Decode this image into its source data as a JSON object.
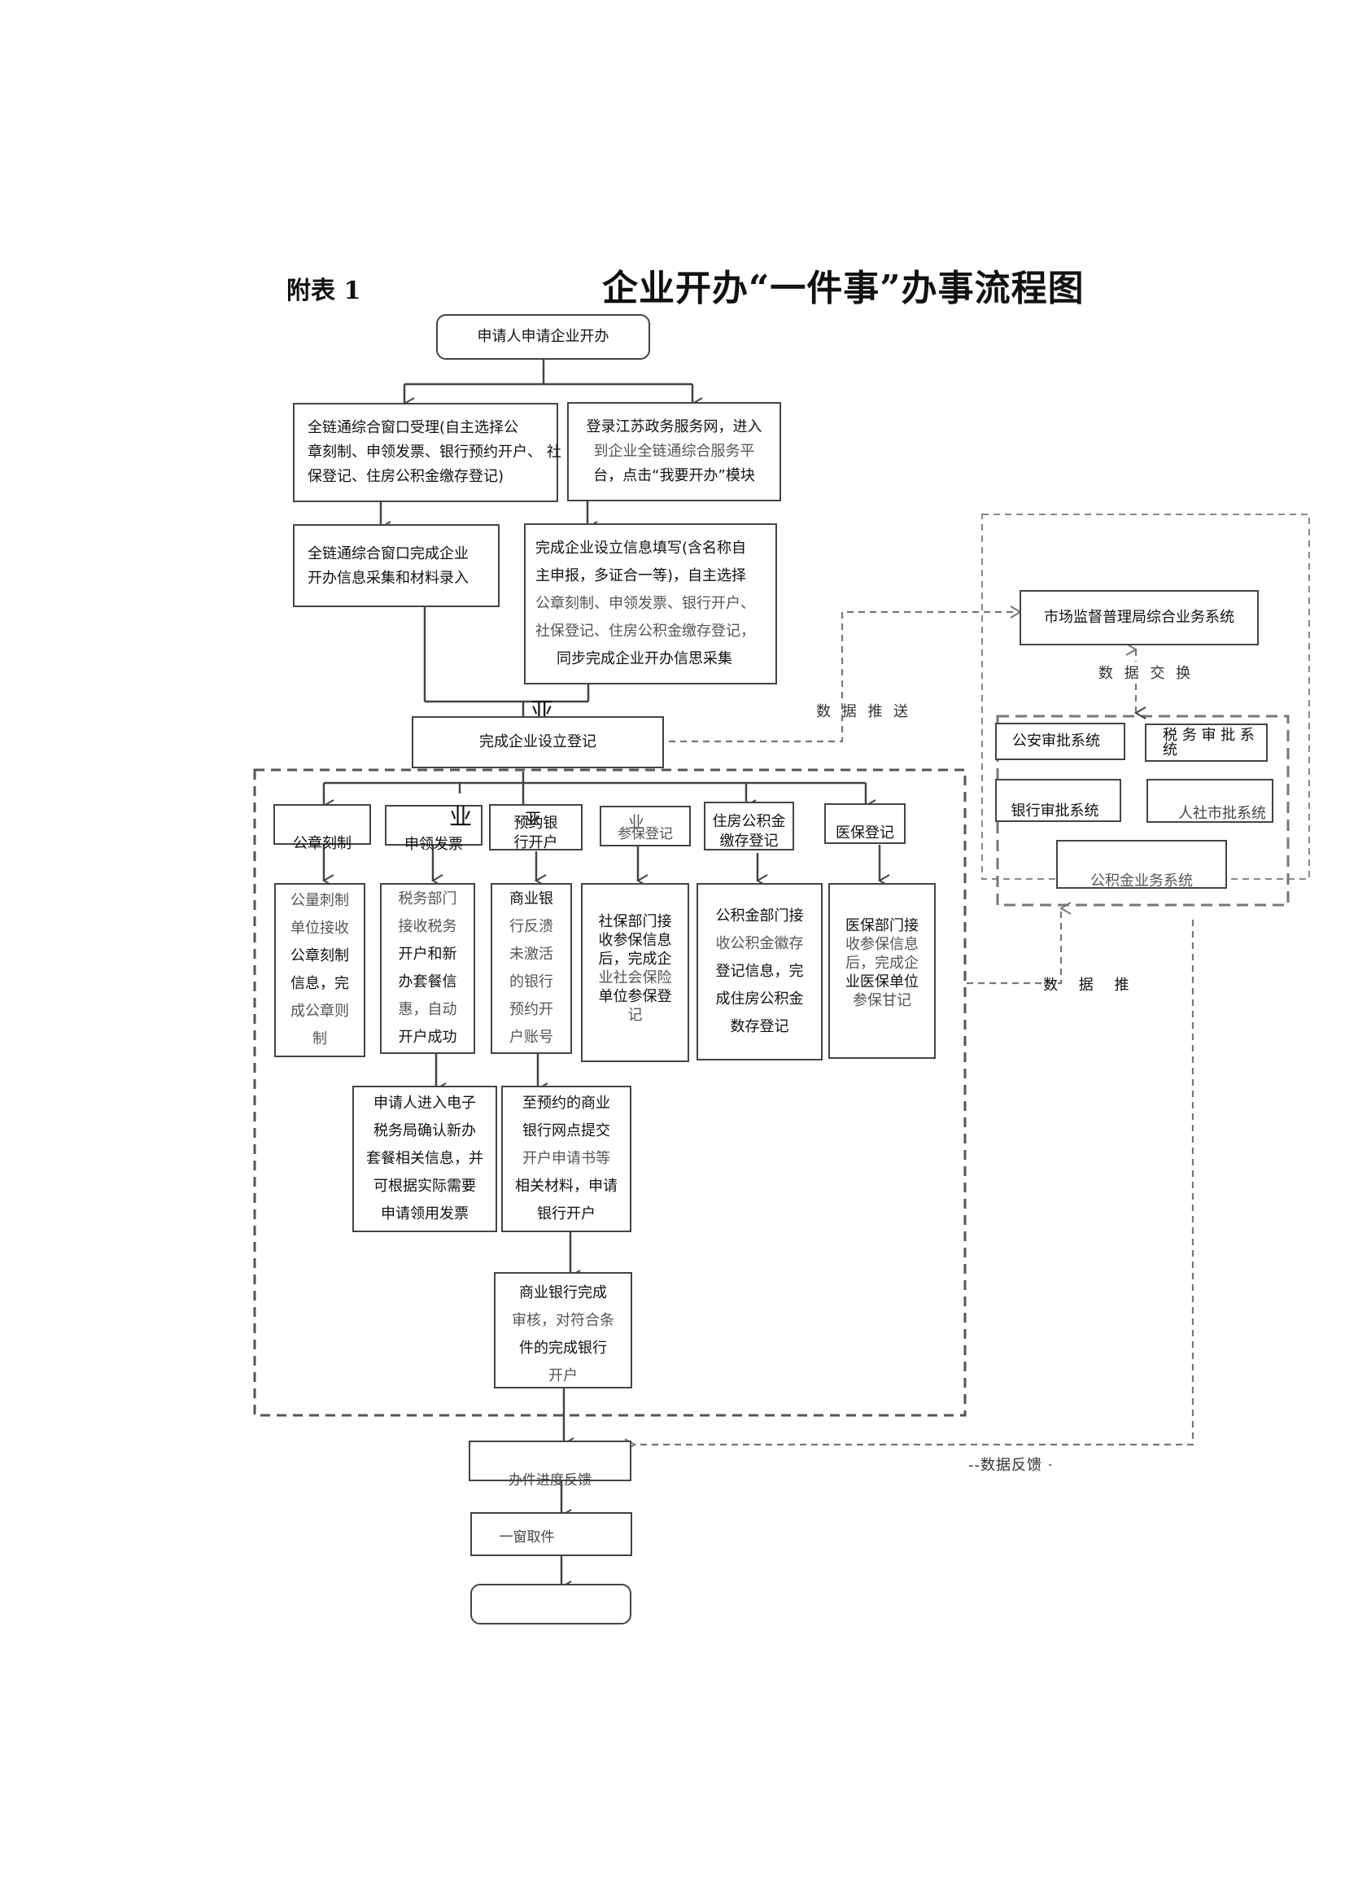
{
  "header": {
    "label": "附表 1",
    "title": "企业开办“一件事”办事流程图"
  },
  "nodes": {
    "start": "申请人申请企业开办",
    "window_accept": [
      "全链通综合窗口受理(自主选择公",
      "章刻制、申领发票、银行预约开户、 社",
      "保登记、住房公积金缴存登记)"
    ],
    "online_login": [
      "登录江苏政务服务网，进入",
      "到企业全链通综合服务平",
      "台，点击“我要开办”模块"
    ],
    "window_collect": [
      "全链通综合窗口完成企业",
      "开办信息采集和材料录入"
    ],
    "online_fill": [
      "完成企业设立信息填写(含名称自",
      "主申报，多证合一等)，自主选择",
      "公章刻制、申领发票、银行开户、",
      "社保登记、住房公积金缴存登记，",
      "同步完成企业开办信思采集"
    ],
    "registration_done": "完成企业设立登记",
    "services": [
      {
        "key": "seal",
        "label": [
          "公章刻制"
        ]
      },
      {
        "key": "invoice",
        "label": [
          "申领发票"
        ]
      },
      {
        "key": "bank",
        "label": [
          "预约银",
          "行开户"
        ]
      },
      {
        "key": "social",
        "label": [
          "参保登记"
        ]
      },
      {
        "key": "fund",
        "label": [
          "住房公积金",
          "缴存登记"
        ]
      },
      {
        "key": "medical",
        "label": [
          "医保登记"
        ]
      }
    ],
    "service_details": [
      {
        "key": "seal",
        "lines": [
          "公量刺制",
          "单位接收",
          "公章刻制",
          "信息，完",
          "成公章则",
          "制"
        ]
      },
      {
        "key": "invoice",
        "lines": [
          "税务部门",
          "接收税务",
          "开户和新",
          "办套餐信",
          "惠，自动",
          "开户成功"
        ]
      },
      {
        "key": "bank",
        "lines": [
          "商业银",
          "行反溃",
          "未激活",
          "的银行",
          "预约开",
          "户账号"
        ]
      },
      {
        "key": "social",
        "lines": [
          "社保部门接",
          "收参保信息",
          "后，完成企",
          "业社会保险",
          "单位参保登",
          "记"
        ]
      },
      {
        "key": "fund",
        "lines": [
          "公积金部门接",
          "收公积金徽存",
          "登记信息，完",
          "成住房公积金",
          "数存登记"
        ]
      },
      {
        "key": "medical",
        "lines": [
          "医保部门接",
          "收参保信息",
          "后，完成企",
          "业医保单位",
          "参保甘记"
        ]
      }
    ],
    "tax_invoice": [
      "申请人进入电子",
      "税务局确认新办",
      "套餐相关信息，并",
      "可根据实际需要",
      "申请领用发票"
    ],
    "bank_submit": [
      "至预约的商业",
      "银行网点提交",
      "开户申请书等",
      "相关材料，申请",
      "银行开户"
    ],
    "bank_complete": [
      "商业银行完成",
      "审核，对符合条",
      "件的完成银行",
      "开户"
    ],
    "progress_feedback": "办件进度反馈",
    "one_window_pickup": "一窗取件",
    "end": ""
  },
  "systems": {
    "market_supervision": "市场监督普理局综合业务系统",
    "public_security": "公安审批系统",
    "tax": [
      "税 务 审 批 系",
      "统"
    ],
    "bank": "银行审批系统",
    "hr_social": "人社市批系统",
    "housing_fund": "公积金业务系统"
  },
  "edge_labels": {
    "data_push_top": "数 据 推 送",
    "data_exchange": "数 据 交 换",
    "data_push_bottom": "数 据 推",
    "data_feedback": "--数据反馈 ·"
  },
  "artifacts": {
    "glyph_a": "亚",
    "glyph_b": "业"
  }
}
